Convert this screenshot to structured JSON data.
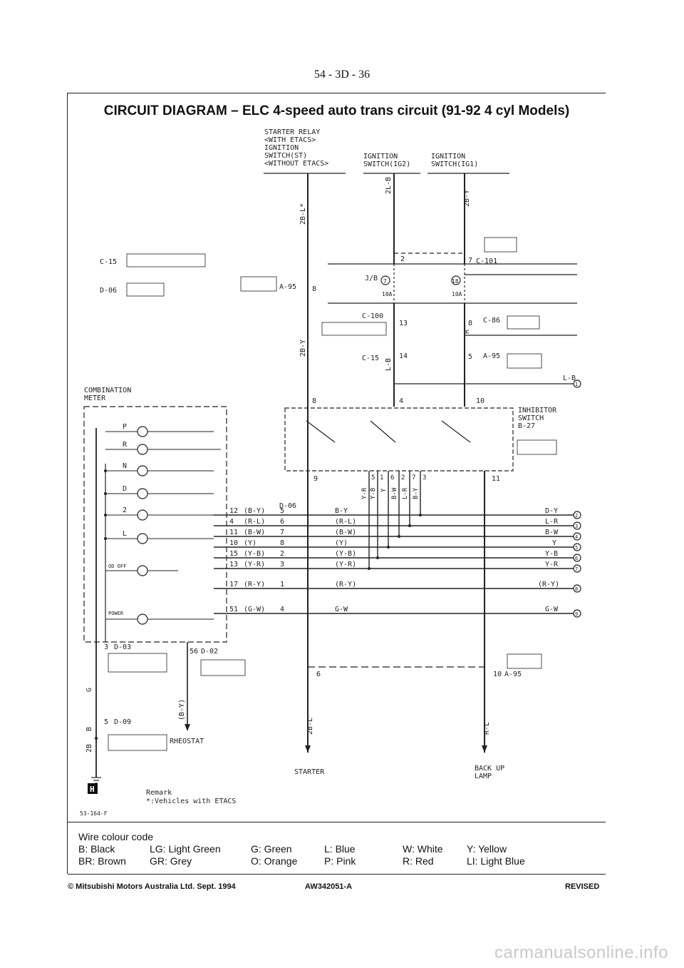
{
  "page_number": "54 - 3D - 36",
  "title": "CIRCUIT DIAGRAM – ELC 4-speed auto trans circuit (91-92 4 cyl Models)",
  "top_labels": {
    "starter_relay": [
      "STARTER RELAY",
      "<WITH ETACS>",
      "IGNITION",
      "SWITCH(ST)",
      "<WITHOUT ETACS>"
    ],
    "ign_ig2": [
      "IGNITION",
      "SWITCH(IG2)"
    ],
    "ign_ig1": [
      "IGNITION",
      "SWITCH(IG1)"
    ]
  },
  "connectors": {
    "c15": "C-15",
    "d06": "D-06",
    "a95": "A-95",
    "c101": "C-101",
    "c100": "C-100",
    "c15b": "C-15",
    "c86": "C-86",
    "a95b": "A-95",
    "d06b": "D-06",
    "d03": "D-03",
    "d02": "D-02",
    "d09": "D-09",
    "a95c": "A-95",
    "b27": "B-27"
  },
  "wire_labels": {
    "w2ll": "2L-B",
    "w2by": "2B-Y",
    "w2lb": "2B-L*",
    "w2byb": "2B-Y",
    "w2bl": "2B-L",
    "lb": "L-B",
    "r": "R",
    "rl": "R-L",
    "by": "(B-Y)",
    "g": "G",
    "b": "B",
    "twob": "2B"
  },
  "jb": {
    "label": "J/B",
    "f7": "7",
    "f18": "18",
    "amp": "10A"
  },
  "pins": {
    "p2": "2",
    "p7": "7",
    "p8": "8",
    "p13": "13",
    "p8b": "8",
    "p14": "14",
    "p5": "5",
    "p8c": "8",
    "p4": "4",
    "p10": "10",
    "p9": "9",
    "p11": "11",
    "p6": "6",
    "p10b": "10",
    "p3": "3",
    "p56": "56",
    "p5b": "5"
  },
  "combination_meter": [
    "COMBINATION",
    "METER"
  ],
  "inhibitor": [
    "INHIBITOR",
    "SWITCH",
    "B-27"
  ],
  "indicators": [
    "P",
    "R",
    "N",
    "D",
    "2",
    "L",
    "OD OFF",
    "POWER"
  ],
  "bus_left": [
    [
      "12",
      "(B-Y)",
      "5",
      "B-Y",
      "D-Y",
      "2"
    ],
    [
      "4",
      "(R-L)",
      "6",
      "(R-L)",
      "L-R",
      "3"
    ],
    [
      "11",
      "(B-W)",
      "7",
      "(B-W)",
      "B-W",
      "4"
    ],
    [
      "10",
      "(Y)",
      "8",
      "(Y)",
      "Y",
      "5"
    ],
    [
      "15",
      "(Y-B)",
      "2",
      "(Y-B)",
      "Y-B",
      "6"
    ],
    [
      "13",
      "(Y-R)",
      "3",
      "(Y-R)",
      "Y-R",
      "7"
    ],
    [
      "17",
      "(R-Y)",
      "1",
      "(R-Y)",
      "(R-Y)",
      "8"
    ],
    [
      "51",
      "(G-W)",
      "4",
      "G-W",
      "G-W",
      "9"
    ]
  ],
  "inhibitor_wires": [
    "Y-R",
    "Y-B",
    "Y",
    "B-W",
    "L-R",
    "B-Y"
  ],
  "inhibitor_pins": [
    "5",
    "1",
    "6",
    "2",
    "7",
    "3"
  ],
  "bottom": {
    "starter": "STARTER",
    "backup": [
      "BACK UP",
      "LAMP"
    ],
    "rheostat": "RHEOSTAT",
    "remark": [
      "Remark",
      "*:Vehicles with ETACS"
    ],
    "code": "53-164-F",
    "icon": "H",
    "lb_term": "L-B",
    "lb_num": "1"
  },
  "wire_colour_code": {
    "heading": "Wire colour code",
    "rows": [
      [
        "B: Black",
        "LG: Light Green",
        "G: Green",
        "L: Blue",
        "W: White",
        "Y: Yellow"
      ],
      [
        "BR: Brown",
        "GR: Grey",
        "O: Orange",
        "P: Pink",
        "R: Red",
        "LI: Light Blue"
      ]
    ]
  },
  "footer": {
    "left": "© Mitsubishi Motors Australia Ltd. Sept. 1994",
    "center": "AW342051-A",
    "right": "REVISED"
  },
  "watermark": "carmanualsonline.info"
}
